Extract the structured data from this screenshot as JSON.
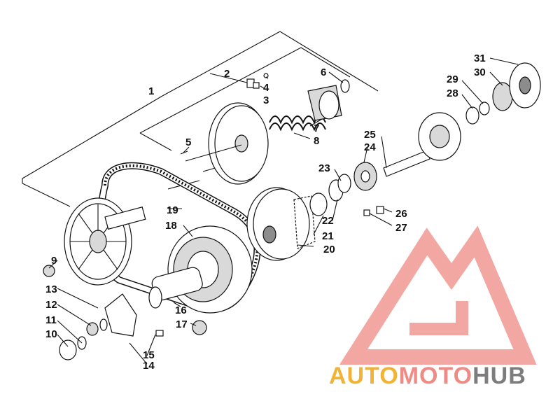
{
  "callouts": [
    {
      "id": "c1",
      "text": "1"
    },
    {
      "id": "c2",
      "text": "2"
    },
    {
      "id": "c3",
      "text": "3"
    },
    {
      "id": "c4",
      "text": "4"
    },
    {
      "id": "c5",
      "text": "5"
    },
    {
      "id": "c6",
      "text": "6"
    },
    {
      "id": "c7",
      "text": "7"
    },
    {
      "id": "c8",
      "text": "8"
    },
    {
      "id": "c9",
      "text": "9"
    },
    {
      "id": "c10",
      "text": "10"
    },
    {
      "id": "c11",
      "text": "11"
    },
    {
      "id": "c12",
      "text": "12"
    },
    {
      "id": "c13",
      "text": "13"
    },
    {
      "id": "c14",
      "text": "14"
    },
    {
      "id": "c15",
      "text": "15"
    },
    {
      "id": "c16",
      "text": "16"
    },
    {
      "id": "c17",
      "text": "17"
    },
    {
      "id": "c18",
      "text": "18"
    },
    {
      "id": "c19",
      "text": "19"
    },
    {
      "id": "c20",
      "text": "20"
    },
    {
      "id": "c21",
      "text": "21"
    },
    {
      "id": "c22",
      "text": "22"
    },
    {
      "id": "c23",
      "text": "23"
    },
    {
      "id": "c24",
      "text": "24"
    },
    {
      "id": "c25",
      "text": "25"
    },
    {
      "id": "c26",
      "text": "26"
    },
    {
      "id": "c27",
      "text": "27"
    },
    {
      "id": "c28",
      "text": "28"
    },
    {
      "id": "c29",
      "text": "29"
    },
    {
      "id": "c30",
      "text": "30"
    },
    {
      "id": "c31",
      "text": "31"
    }
  ],
  "watermark": {
    "part1": "AUTO",
    "part2": "MOTO",
    "part3": "HUB",
    "colors": {
      "auto": "#f2b233",
      "moto": "#ef8a84",
      "hub": "#7d7d7d",
      "logo": "#ef8a84"
    }
  }
}
